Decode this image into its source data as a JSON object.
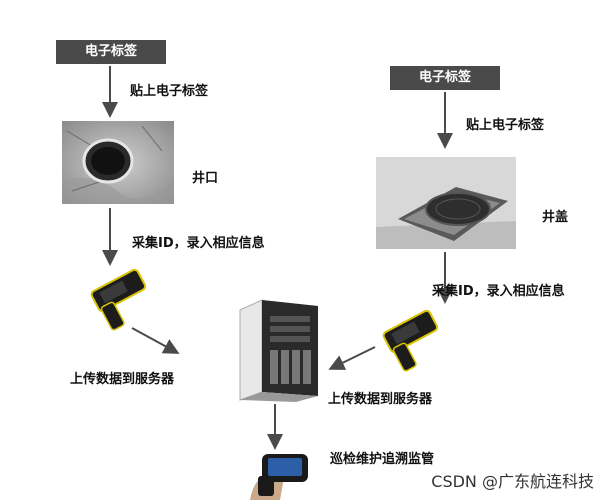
{
  "left": {
    "tag": "电子标签",
    "attach": "贴上电子标签",
    "object": "井口",
    "collect": "采集ID，录入相应信息",
    "upload": "上传数据到服务器"
  },
  "right": {
    "tag": "电子标签",
    "attach": "贴上电子标签",
    "object": "井盖",
    "collect": "采集ID，录入相应信息",
    "upload": "上传数据到服务器"
  },
  "bottom": {
    "label": "巡检维护追溯监管"
  },
  "watermark": "CSDN @广东航连科技",
  "colors": {
    "tag_bg": "#4a4a4a",
    "arrow": "#4a4a4a",
    "reader_accent": "#d8c200"
  }
}
